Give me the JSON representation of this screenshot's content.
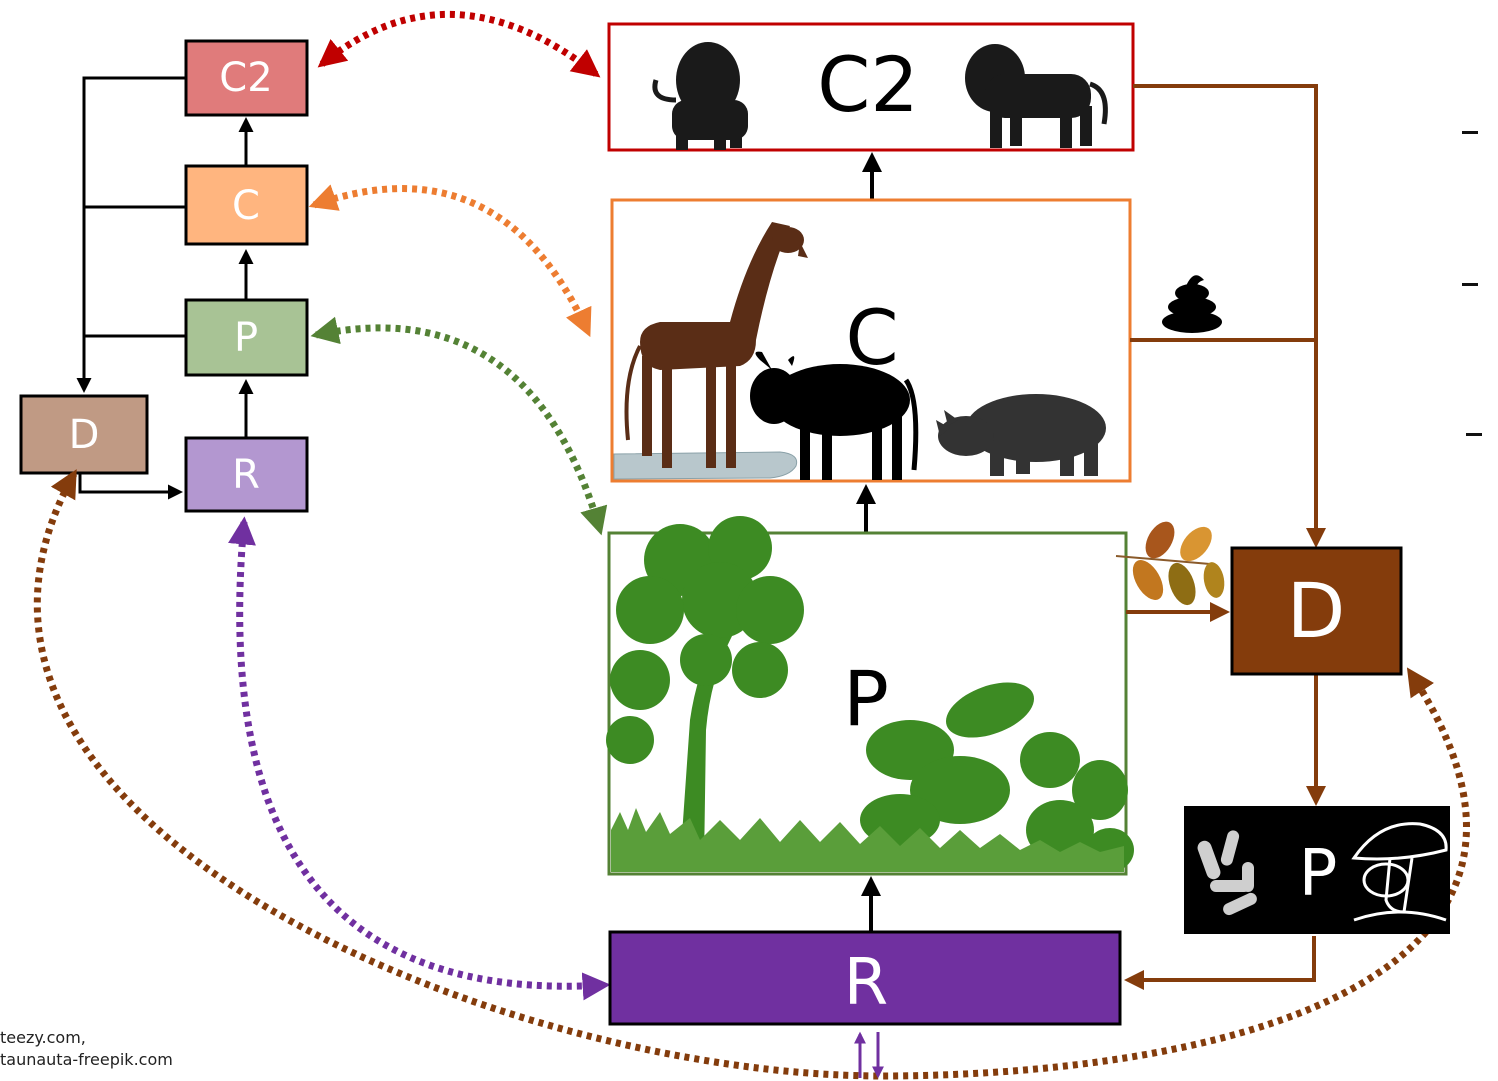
{
  "small_chain": {
    "c2": "C2",
    "c": "C",
    "p": "P",
    "d": "D",
    "r": "R"
  },
  "detailed": {
    "c2": "C2",
    "c": "C",
    "p": "P",
    "r": "R",
    "d": "D",
    "decomposer_p": "P"
  },
  "credits": {
    "line1": "teezy.com,",
    "line2": "taunauta-freepik.com"
  },
  "colors": {
    "c2": "#e07b7b",
    "c": "#ffb57f",
    "p": "#a8c395",
    "d": "#c09a84",
    "r": "#b397d0",
    "r_big": "#7030a0",
    "d_big": "#843c0c",
    "red": "#c00000",
    "orange": "#ed7d31",
    "green": "#548235",
    "purple": "#7030a0",
    "brown": "#843c0c"
  }
}
